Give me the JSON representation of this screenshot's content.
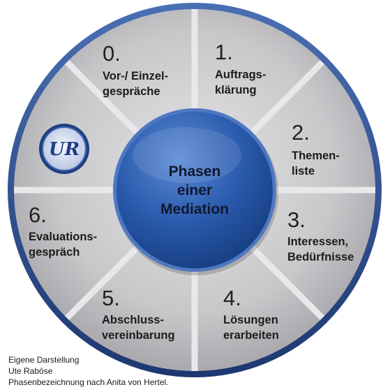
{
  "diagram": {
    "center_lines": [
      "Phasen",
      "einer",
      "Mediation"
    ],
    "phases": [
      {
        "number": "0.",
        "lines": [
          "Vor-/ Einzel-",
          "gespräche"
        ]
      },
      {
        "number": "1.",
        "lines": [
          "Auftrags-",
          "klärung"
        ]
      },
      {
        "number": "2.",
        "lines": [
          "Themen-",
          "liste"
        ]
      },
      {
        "number": "3.",
        "lines": [
          "Interessen,",
          "Bedürfnisse"
        ]
      },
      {
        "number": "4.",
        "lines": [
          "Lösungen",
          "erarbeiten"
        ]
      },
      {
        "number": "5.",
        "lines": [
          "Abschluss-",
          "vereinbarung"
        ]
      },
      {
        "number": "6.",
        "lines": [
          "Evaluations-",
          "gespräch"
        ]
      }
    ],
    "logo_text": "UR"
  },
  "credits": [
    "Eigene Darstellung",
    "Ute Raböse",
    "Phasenbezeichnung nach Anita von Hertel."
  ],
  "colors": {
    "ring": "#2e4f8f",
    "wheel": "#c9c9cc",
    "spokes": "#e6e6e8",
    "hub": "#1f4d9a"
  }
}
